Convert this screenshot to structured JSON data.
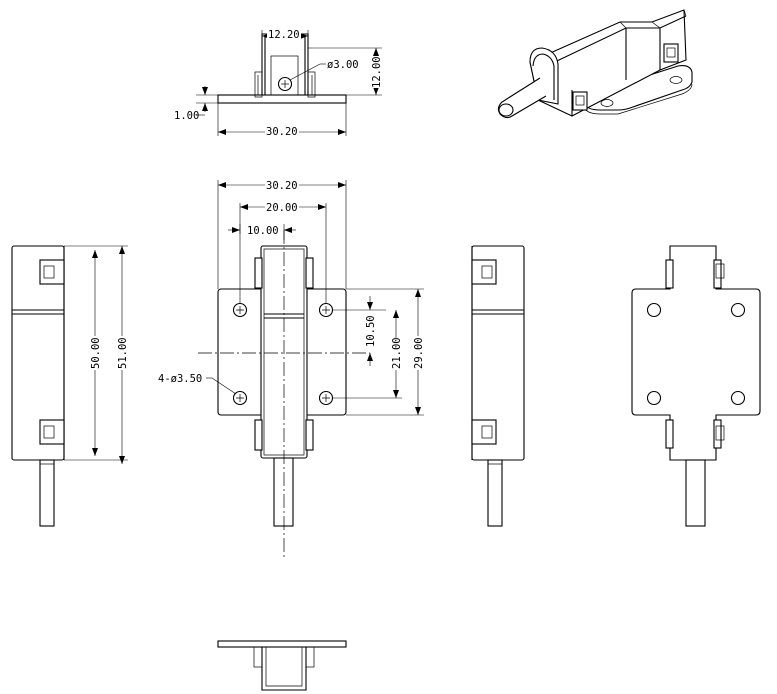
{
  "dimensions": {
    "top_width_inner": "12.20",
    "top_hole_dia": "ø3.00",
    "top_height": "12.00",
    "plate_thickness": "1.00",
    "top_width_plate": "30.20",
    "front_width_plate": "30.20",
    "hole_spacing_x": "20.00",
    "body_half_width": "10.00",
    "hole_half_spacing_y": "10.50",
    "hole_spacing_y": "21.00",
    "plate_height": "29.00",
    "holes_callout": "4-ø3.50",
    "body_length": "50.00",
    "overall_length": "51.00"
  }
}
